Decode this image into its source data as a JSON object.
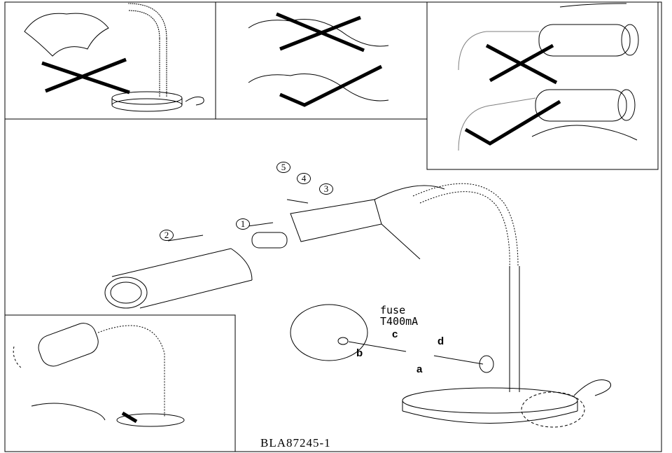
{
  "fuse_label": "fuse",
  "fuse_rating": "T400mA",
  "model_code": "BLA87245-1",
  "step_numbers": [
    "1",
    "2",
    "3",
    "4",
    "5"
  ],
  "fuse_steps": [
    "a",
    "b",
    "c",
    "d"
  ],
  "colors": {
    "line": "#000000",
    "background": "#ffffff"
  }
}
